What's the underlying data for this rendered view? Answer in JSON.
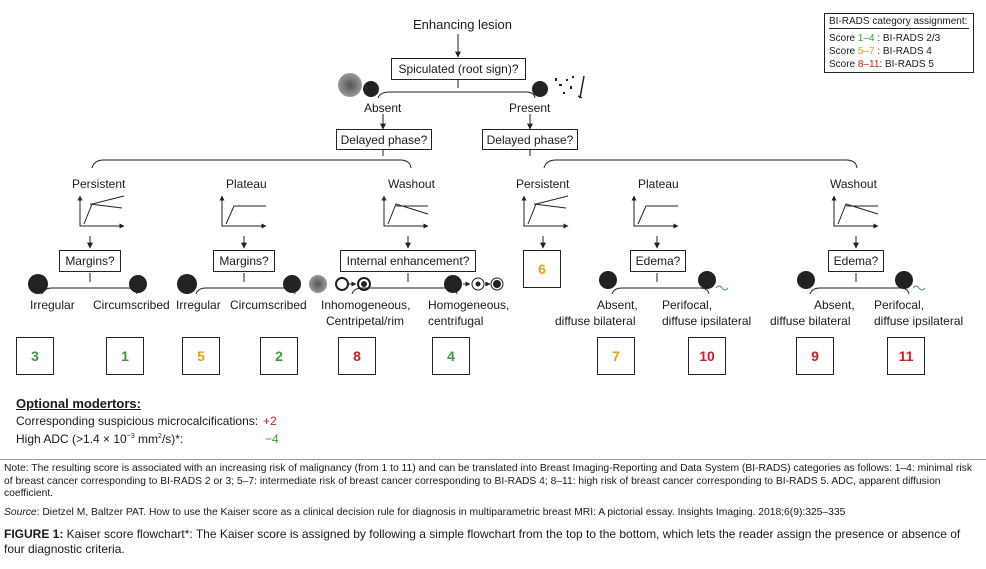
{
  "diagram": {
    "root": "Enhancing lesion",
    "spiculated_question": "Spiculated (root sign)?",
    "branches": {
      "absent": "Absent",
      "present": "Present"
    },
    "delayed_question": "Delayed phase?",
    "phases": {
      "persistent": "Persistent",
      "plateau": "Plateau",
      "washout": "Washout"
    },
    "margins_question": "Margins?",
    "internal_enhancement_question": "Internal enhancement?",
    "edema_question": "Edema?",
    "leaves": {
      "irregular": "Irregular",
      "circumscribed": "Circumscribed",
      "inhomogeneous_line1": "Inhomogeneous,",
      "inhomogeneous_line2": "Centripetal/rim",
      "homogeneous_line1": "Homogeneous,",
      "homogeneous_line2": "centrifugal",
      "absent_line1": "Absent,",
      "absent_line2": "diffuse bilateral",
      "perifocal_line1": "Perifocal,",
      "perifocal_line2": "diffuse ipsilateral"
    },
    "scores": {
      "absent_persistent_irregular": "3",
      "absent_persistent_circumscribed": "1",
      "absent_plateau_irregular": "5",
      "absent_plateau_circumscribed": "2",
      "absent_washout_inhomogeneous": "8",
      "absent_washout_homogeneous": "4",
      "present_persistent": "6",
      "present_plateau_absent": "7",
      "present_plateau_perifocal": "10",
      "present_washout_absent": "9",
      "present_washout_perifocal": "11"
    },
    "score_colors": {
      "green": "#3a9a3a",
      "orange": "#e6a11a",
      "red": "#cc2020"
    }
  },
  "legend": {
    "title": "BI-RADS category assignment:",
    "rows": [
      {
        "prefix": "Score ",
        "range": "1–4",
        "suffix": "  : BI-RADS 2/3",
        "color": "#3a9a3a"
      },
      {
        "prefix": "Score ",
        "range": "5–7",
        "suffix": "  : BI-RADS 4",
        "color": "#e6a11a"
      },
      {
        "prefix": "Score ",
        "range": "8–11",
        "suffix": ": BI-RADS 5",
        "color": "#cc2020"
      }
    ]
  },
  "modifiers": {
    "heading": "Optional modertors:",
    "microcalc_label": "Corresponding suspicious microcalcifications:",
    "microcalc_value": "+2",
    "adc_label_prefix": "High ADC (>1.4 × 10",
    "adc_label_exp": "−3",
    "adc_label_mid": " mm",
    "adc_label_exp2": "2",
    "adc_label_suffix": "/s)*:",
    "adc_value": "−4"
  },
  "note": "Note: The resulting score is associated with an increasing risk of malignancy (from 1 to 11) and can be translated into Breast Imaging-Reporting and Data System (BI-RADS) categories as follows: 1–4: minimal risk of breast cancer corresponding to BI-RADS 2 or 3; 5–7: intermediate risk of breast cancer corresponding to BI-RADS 4; 8–11: high risk of breast cancer corresponding to BI-RADS 5. ADC, apparent diffusion coefficient.",
  "source": {
    "label": "Source",
    "text": ": Dietzel M, Baltzer PAT. How to use the Kaiser score as a clinical decision rule for diagnosis in multiparametric breast MRI: A pictorial essay. Insights Imaging. 2018;6(9):325–335"
  },
  "caption": {
    "label": "FIGURE 1:",
    "text": " Kaiser score flowchart*: The Kaiser score is assigned by following a simple flowchart from the top to the bottom, which lets the reader assign the presence or absence of four diagnostic criteria."
  }
}
